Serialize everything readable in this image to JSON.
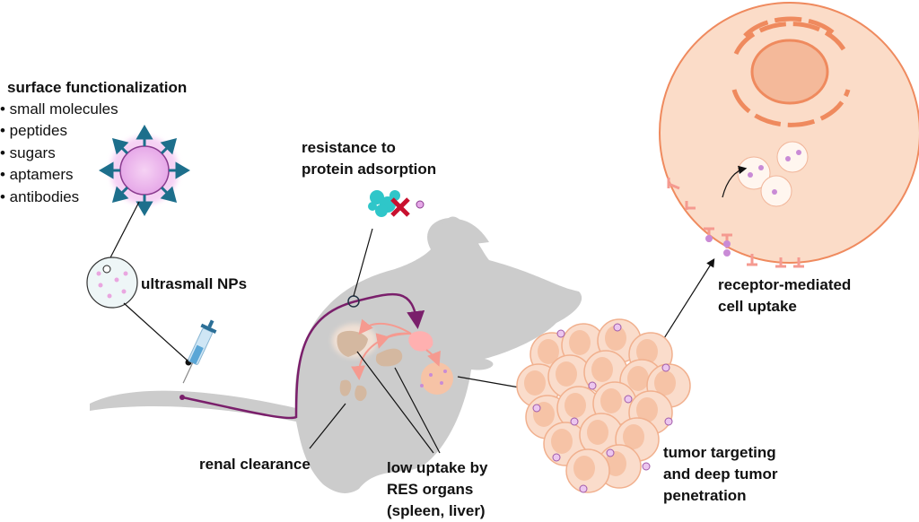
{
  "surface": {
    "title": "surface functionalization",
    "items": [
      "• small molecules",
      "• peptides",
      "• sugars",
      "• aptamers",
      "• antibodies"
    ]
  },
  "protein": {
    "line1": "resistance to",
    "line2": "protein adsorption"
  },
  "ultrasmall": {
    "label": "ultrasmall NPs"
  },
  "receptor": {
    "line1": "receptor-mediated",
    "line2": "cell uptake"
  },
  "renal": {
    "label": "renal clearance"
  },
  "res": {
    "line1": "low uptake by",
    "line2": "RES organs",
    "line3": "(spleen, liver)"
  },
  "tumor": {
    "line1": "tumor targeting",
    "line2": "and deep tumor",
    "line3": "penetration"
  },
  "colors": {
    "mouse": "#cccccc",
    "vessel": "#7a1f6b",
    "cell_fill": "#fbdcc8",
    "cell_stroke": "#ef8a5e",
    "tumor_cell": "#f6c3a6",
    "nanoparticle": "#c98bd6",
    "organ": "#d4b8a0",
    "heart": "#ffb0b0",
    "arrow_teal": "#1d6f8c"
  }
}
